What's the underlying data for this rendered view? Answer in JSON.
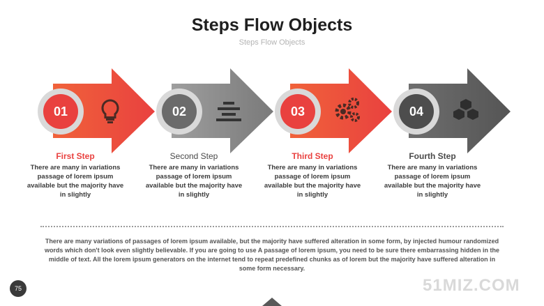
{
  "header": {
    "title": "Steps Flow Objects",
    "subtitle": "Steps Flow Objects"
  },
  "colors": {
    "red": "#ef4b3f",
    "gray": "#6b6b6b",
    "ring": "#d9d9d9"
  },
  "steps": [
    {
      "number": "01",
      "title": "First Step",
      "text": "There are many  in variations passage of lorem ipsum available but the majority have in slightly",
      "icon": "lightbulb-icon"
    },
    {
      "number": "02",
      "title": "Second Step",
      "text": "There are many  in variations passage of lorem ipsum available but the majority have in slightly",
      "icon": "align-center-icon"
    },
    {
      "number": "03",
      "title": "Third Step",
      "text": "There are many  in variations passage of lorem ipsum available but the majority have in slightly",
      "icon": "gears-icon"
    },
    {
      "number": "04",
      "title": "Fourth Step",
      "text": "There are many  in variations passage of lorem ipsum available but the majority have in slightly",
      "icon": "cubes-icon"
    }
  ],
  "paragraph": "There are many variations of passages of lorem ipsum available, but the majority have suffered alteration in some form, by injected humour randomized words which don't look even slightly believable. If you are going to use A passage of lorem ipsum, you need to be sure there embarrassing hidden in the middle of text.  All the lorem ipsum generators on the internet tend to repeat predefined chunks as of lorem but the majority have suffered alteration in some form  necessary.",
  "footer": {
    "page_number": "75",
    "watermark": "51MIZ.COM"
  }
}
